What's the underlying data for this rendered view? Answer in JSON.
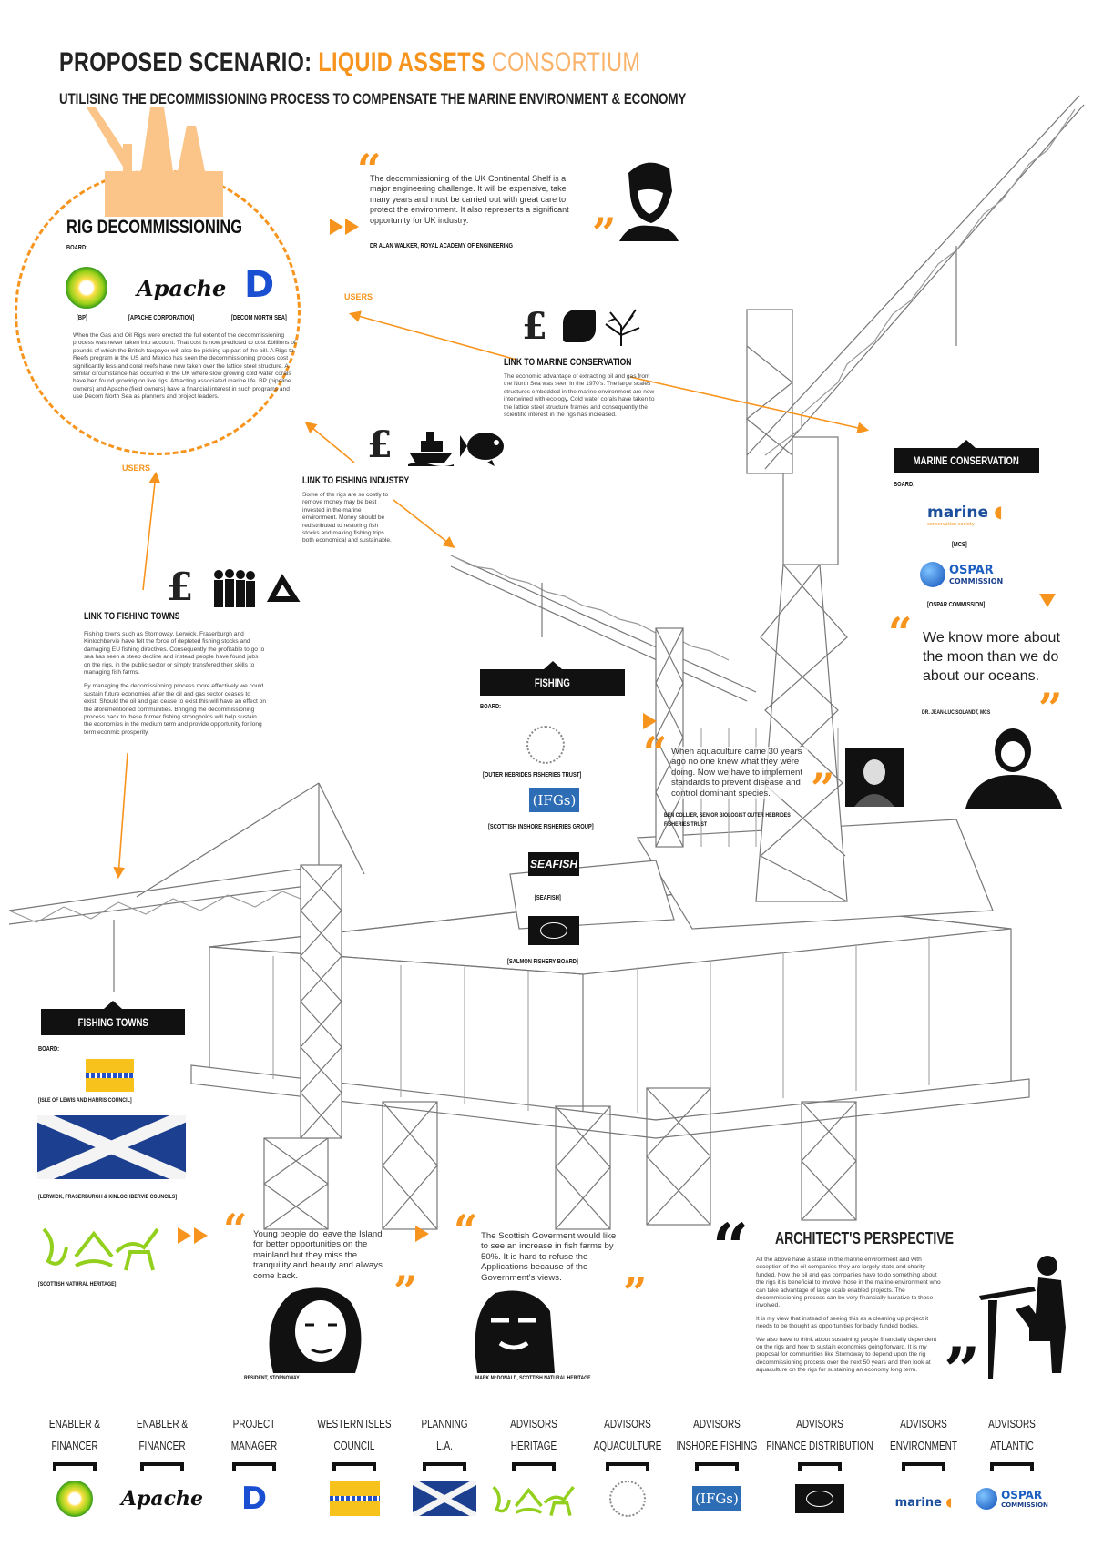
{
  "header": {
    "title_prefix": "PROPOSED SCENARIO:",
    "title_accent": "LIQUID ASSETS",
    "title_accent2": "CONSORTIUM",
    "subtitle": "UTILISING THE DECOMMISSIONING PROCESS TO COMPENSATE THE MARINE ENVIRONMENT & ECONOMY"
  },
  "colors": {
    "accent": "#f7941d",
    "accent_light": "#f9b36a",
    "box": "#111111"
  },
  "rig": {
    "title": "RIG DECOMMISSIONING",
    "board_label": "BOARD:",
    "logos": [
      {
        "name": "[BP]"
      },
      {
        "name": "[APACHE CORPORATION]",
        "logo_text": "Apache"
      },
      {
        "name": "[DECOM NORTH SEA]",
        "logo_text": "D"
      }
    ],
    "text": "When the Gas and Oil Rigs were erected the full extent of the decommissioning process was never taken into account. That cost is now predicted to cost £billions of pounds of which the British taxpayer will also be picking up part of the bill. A Rigs to Reefs program in the US and Mexico has seen the decommissioning proces cost significantly less and coral reefs have now taken over the lattice steel structure. A similar circumstance has occurred in the UK where slow growing cold water corals have ben found growing on live rigs. Attracting associated marine life. BP (pipeline owners) and Apache (field owners) have a financial interest in such programs and use Decom North Sea as planners and project leaders."
  },
  "users_label": "USERS",
  "quote_top": {
    "text": "The decommissioning of the UK Continental Shelf is a major engineering challenge. It will be expensive, take many years and must be carried out with great care to protect the environment. It also represents a significant opportunity for UK industry.",
    "author": "DR ALAN WALKER, ROYAL ACADEMY OF ENGINEERING"
  },
  "link_marine": {
    "icons": [
      "pound-icon",
      "microscope-icon",
      "coral-icon"
    ],
    "title": "LINK TO MARINE CONSERVATION",
    "text": "The economic advantage of extracting oil and gas from the North Sea was seen in the 1970's. The large scales structures embedded in the marine environment are now intertwined with ecology. Cold water corals have taken to the lattice steel structure frames and consequently the scientific interest in the rigs has increased."
  },
  "link_fishing_industry": {
    "icons": [
      "pound-icon",
      "ship-icon",
      "fish-icon"
    ],
    "title": "LINK TO FISHING INDUSTRY",
    "text": "Some of the rigs are so costly to remove money may be best invested in the marine environment. Money should be redistributed to restoring fish stocks and making fishing trips both economical and sustainable."
  },
  "link_fishing_towns": {
    "icons": [
      "pound-icon",
      "people-icon",
      "recycle-icon"
    ],
    "title": "LINK TO FISHING TOWNS",
    "text1": "Fishing towns such as Stornoway, Lerwick, Fraserburgh and Kinlochbervie have felt the force of depleted fishing stocks and damaging EU fishing directives. Consequently the profitable to go to sea has seen a steep decline and instead people have found jobs on the rigs, in the public sector or simply transfered their skills to managing fish farms.",
    "text2": "By managing the decomissioning process more effectively we could sustain future economies after the oil and gas sector ceases to exist. Should the oil and gas cease to exist this will have an effect on the aforementioned communities. Bringing the decommissioning process back to these former fishing strongholds will  help sustain the economies in the medium term and provide opportunity for long term econmic prosperity."
  },
  "marine_conservation": {
    "title": "MARINE CONSERVATION",
    "board_label": "BOARD:",
    "logos": [
      {
        "name": "[MCS]",
        "logo_text": "marine",
        "logo_sub": "conservation society"
      },
      {
        "name": "[OSPAR COMMISSION]",
        "logo_text": "OSPAR",
        "logo_sub": "COMMISSION"
      }
    ],
    "quote": "We know more about the moon than we do about our oceans.",
    "author": "DR. JEAN-LUC SOLANDT, MCS"
  },
  "fishing": {
    "title": "FISHING",
    "board_label": "BOARD:",
    "logos": [
      {
        "name": "[OUTER HEBRIDES FISHERIES TRUST]"
      },
      {
        "name": "[SCOTTISH INSHORE FISHERIES GROUP]",
        "logo_text": "(IFGs)"
      },
      {
        "name": "[SEAFISH]",
        "logo_text": "SEAFISH"
      },
      {
        "name": "[SALMON FISHERY BOARD]"
      }
    ],
    "quote": "When aquaculture came 30 years ago no one knew what they were doing. Now we have to implement standards to prevent disease and control dominant species.",
    "author": "BEN COLLIER, SENIOR BIOLOGIST OUTER HEBRIDES FISHERIES TRUST"
  },
  "fishing_towns": {
    "title": "FISHING TOWNS",
    "board_label": "BOARD:",
    "logos": [
      {
        "name": "[ISLE OF LEWIS AND HARRIS COUNCIL]"
      },
      {
        "name": "[LERWICK, FRASERBURGH & KINLOCHBERVIE COUNCILS]"
      },
      {
        "name": "[SCOTTISH NATURAL HERITAGE]"
      }
    ]
  },
  "quote_resident": {
    "text": "Young people do leave the Island for better opportunities on the mainland but they miss the tranquility and beauty and always come back.",
    "author": "RESIDENT, STORNOWAY"
  },
  "quote_mcdonald": {
    "text": "The Scottish Goverment would like to see an increase in fish farms by 50%. It is hard to refuse the Applications because of the Government's views.",
    "author": "MARK McDONALD, SCOTTISH NATURAL HERITAGE"
  },
  "architect": {
    "title": "ARCHITECT'S PERSPECTIVE",
    "p1": "All the above have a stake in the marine environment and with exception of the oil companies they are largely state and charity funded. Now the oil and gas companies have to do something about the rigs it is beneficial to involve those in the marine environment who can take advantage of large scale enabled projects. The decommissioning process can be very financially lucrative to those involved.",
    "p2": "It is my view that instead of seeing this as a cleaning up project it needs to be thought as opportunities for badly funded bodies.",
    "p3": "We also have to think about sustaining people financially dependent on the rigs and how to sustain economies going forward. It is my proposal for communities like Stornoway to depend upon the rig decommissioning process over the next 50 years and then look at aquaculture on the rigs for sustaining an economy long term."
  },
  "roles": [
    {
      "line1": "ENABLER &",
      "line2": "FINANCER",
      "logo": "bp"
    },
    {
      "line1": "ENABLER &",
      "line2": "FINANCER",
      "logo": "apache",
      "logo_text": "Apache"
    },
    {
      "line1": "PROJECT",
      "line2": "MANAGER",
      "logo": "decom",
      "logo_text": "D"
    },
    {
      "line1": "WESTERN ISLES",
      "line2": "COUNCIL",
      "logo": "lewis"
    },
    {
      "line1": "PLANNING",
      "line2": "L.A.",
      "logo": "saltire"
    },
    {
      "line1": "ADVISORS",
      "line2": "HERITAGE",
      "logo": "snh"
    },
    {
      "line1": "ADVISORS",
      "line2": "AQUACULTURE",
      "logo": "ohft"
    },
    {
      "line1": "ADVISORS",
      "line2": "INSHORE FISHING",
      "logo": "ifgs",
      "logo_text": "(IFGs)"
    },
    {
      "line1": "ADVISORS",
      "line2": "FINANCE DISTRIBUTION",
      "logo": "salmon"
    },
    {
      "line1": "ADVISORS",
      "line2": "ENVIRONMENT",
      "logo": "mcs",
      "logo_text": "marine"
    },
    {
      "line1": "ADVISORS",
      "line2": "ATLANTIC",
      "logo": "ospar",
      "logo_text": "OSPAR",
      "logo_sub": "COMMISSION"
    }
  ]
}
